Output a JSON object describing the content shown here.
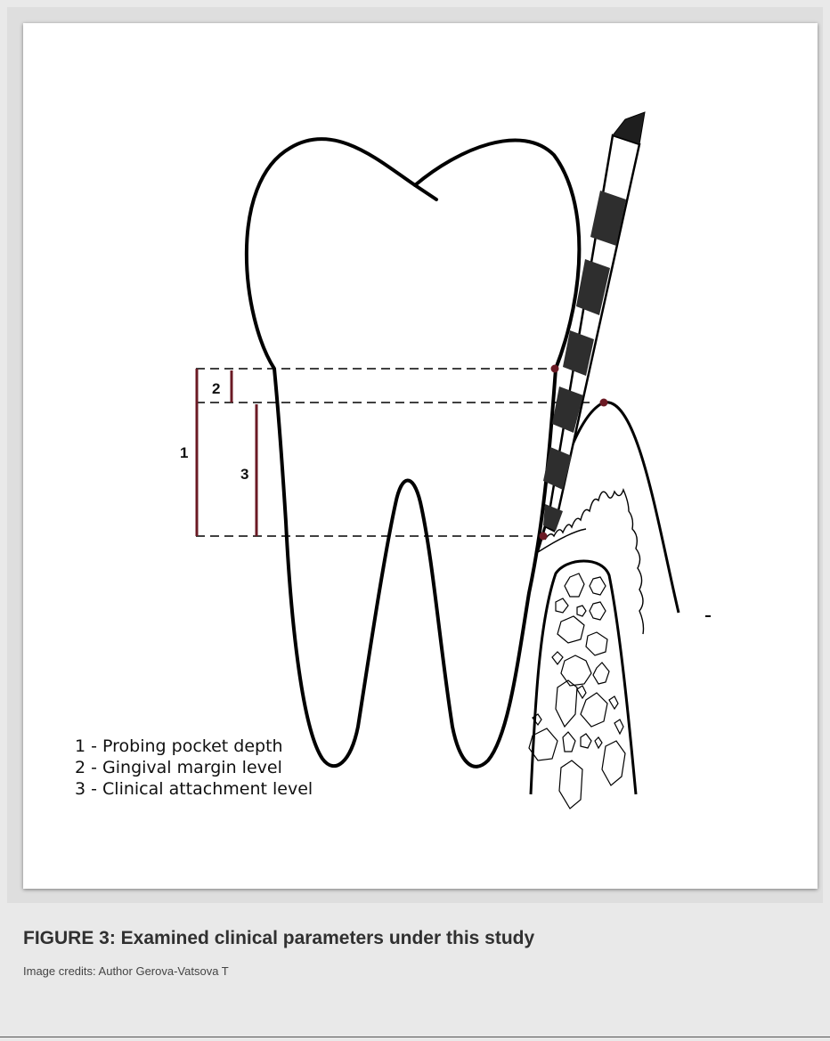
{
  "caption": {
    "title": "FIGURE 3: Examined clinical parameters under this study",
    "credits": "Image credits: Author Gerova-Vatsova T"
  },
  "diagram": {
    "dimension_labels": [
      "1",
      "2",
      "3"
    ],
    "legend": [
      "1 - Probing pocket depth",
      "2 - Gingival margin level",
      "3 - Clinical attachment level"
    ]
  },
  "colors": {
    "measurement_bar": "#6b1a24",
    "landmark_dot": "#6b1a24",
    "probe_band": "#2e2e2e",
    "outline": "#000000",
    "background": "#e9e9e9"
  }
}
